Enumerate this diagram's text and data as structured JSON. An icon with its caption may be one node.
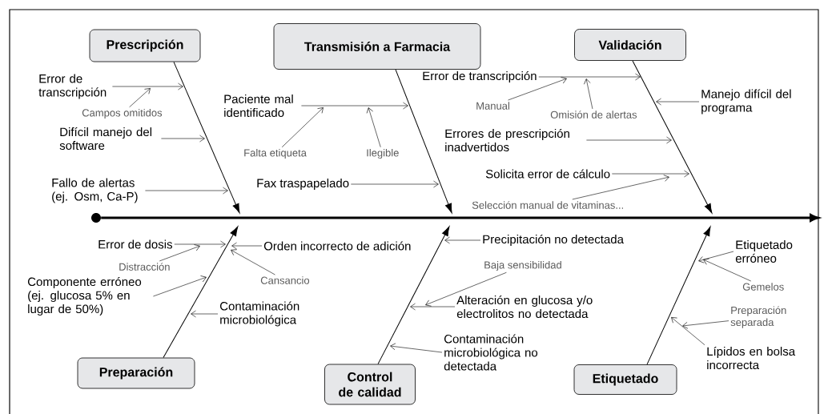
{
  "diagram": {
    "nodes": [
      {
        "text": [],
        "shape": "circle"
      },
      {
        "text": [
          "Prescripción"
        ]
      },
      {
        "text": [
          "Error de transcripción"
        ]
      },
      {
        "text": [
          "Campos omitidos"
        ]
      },
      {
        "text": [
          "Difícil manejo del software"
        ]
      },
      {
        "text": [
          "Fallo de alertas (ej. Osm, Ca-P)"
        ]
      },
      {
        "text": [
          "Transmisión a Farmacia"
        ]
      },
      {
        "text": [
          "Paciente mal identificado"
        ]
      },
      {
        "text": [
          "Falta etiqueta"
        ]
      },
      {
        "text": [
          "Ilegible"
        ]
      },
      {
        "text": [
          "Fax traspapelado"
        ]
      },
      {
        "text": [
          "Validación"
        ]
      },
      {
        "text": [
          "Error de transcripción"
        ]
      },
      {
        "text": [
          "Manual"
        ]
      },
      {
        "text": [
          "Omisión de alertas"
        ]
      },
      {
        "text": [
          "Manejo difícil del programa"
        ]
      },
      {
        "text": [
          "Errores de prescripción inadvertidos"
        ]
      },
      {
        "text": [
          "Solicita error de cálculo"
        ]
      },
      {
        "text": [
          "Selección manual de vitaminas..."
        ]
      },
      {
        "text": [
          "Preparación"
        ]
      },
      {
        "text": [
          "Error de dosis"
        ]
      },
      {
        "text": [
          "Distracción"
        ]
      },
      {
        "text": [
          "Orden incorrecto de adición"
        ]
      },
      {
        "text": [
          "Cansancio"
        ]
      },
      {
        "text": [
          "Componente erróneo (ej. glucosa 5% en lugar de 50%)"
        ]
      },
      {
        "text": [
          "Contaminación microbiológica"
        ]
      },
      {
        "text": [
          "Control de calidad"
        ]
      },
      {
        "text": [
          "Precipitación no detectada"
        ]
      },
      {
        "text": [
          "Baja sensibilidad"
        ]
      },
      {
        "text": [
          "Alteración en glucosa y/o electrolitos no detectada"
        ]
      },
      {
        "text": [
          "Contaminación microbiológica no detectada"
        ]
      },
      {
        "text": [
          "Etiquetado"
        ]
      },
      {
        "text": [
          "Etiquetado erróneo"
        ]
      },
      {
        "text": [
          "Gemelos"
        ]
      },
      {
        "text": [
          "Preparación separada"
        ]
      },
      {
        "text": [
          "Lípidos en bolsa incorrecta"
        ]
      }
    ],
    "edges": [
      {
        "from": 0,
        "to": null,
        "arrow": "to",
        "style": "thick"
      },
      {
        "from": 1,
        "to": null,
        "arrow": "to"
      },
      {
        "from": 2,
        "to": null,
        "arrow": "to"
      },
      {
        "from": 3,
        "to": null,
        "arrow": "to"
      },
      {
        "from": 4,
        "to": null,
        "arrow": "to"
      },
      {
        "from": 5,
        "to": null,
        "arrow": "to"
      },
      {
        "from": 6,
        "to": null,
        "arrow": "to"
      },
      {
        "from": 7,
        "to": null,
        "arrow": "to"
      },
      {
        "from": 8,
        "to": null,
        "arrow": "to"
      },
      {
        "from": 9,
        "to": null,
        "arrow": "to"
      },
      {
        "from": 10,
        "to": null,
        "arrow": "to"
      },
      {
        "from": 11,
        "to": null,
        "arrow": "to"
      },
      {
        "from": 12,
        "to": null,
        "arrow": "to"
      },
      {
        "from": 13,
        "to": null,
        "arrow": "to"
      },
      {
        "from": 14,
        "to": null,
        "arrow": "to"
      },
      {
        "from": 15,
        "to": null,
        "arrow": "to"
      },
      {
        "from": 16,
        "to": null,
        "arrow": "to"
      },
      {
        "from": 17,
        "to": null,
        "arrow": "to"
      },
      {
        "from": 18,
        "to": null,
        "arrow": "to"
      },
      {
        "from": 19,
        "to": null,
        "arrow": "to"
      },
      {
        "from": 20,
        "to": null,
        "arrow": "to"
      },
      {
        "from": 21,
        "to": null,
        "arrow": "to"
      },
      {
        "from": 22,
        "to": null,
        "arrow": "to"
      },
      {
        "from": 23,
        "to": null,
        "arrow": "to"
      },
      {
        "from": 24,
        "to": null,
        "arrow": "to"
      },
      {
        "from": 25,
        "to": null,
        "arrow": "to"
      },
      {
        "from": 26,
        "to": null,
        "arrow": "to"
      },
      {
        "from": 27,
        "to": null,
        "arrow": "to"
      },
      {
        "from": 28,
        "to": null,
        "arrow": "to"
      },
      {
        "from": 29,
        "to": null,
        "arrow": "to"
      },
      {
        "from": 30,
        "to": null,
        "arrow": "to"
      },
      {
        "from": 31,
        "to": null,
        "arrow": "to"
      },
      {
        "from": 32,
        "to": null,
        "arrow": "to"
      },
      {
        "from": 33,
        "to": null,
        "arrow": "to"
      },
      {
        "from": 34,
        "to": null,
        "arrow": "to"
      },
      {
        "from": 35,
        "to": null,
        "arrow": "to"
      }
    ]
  }
}
